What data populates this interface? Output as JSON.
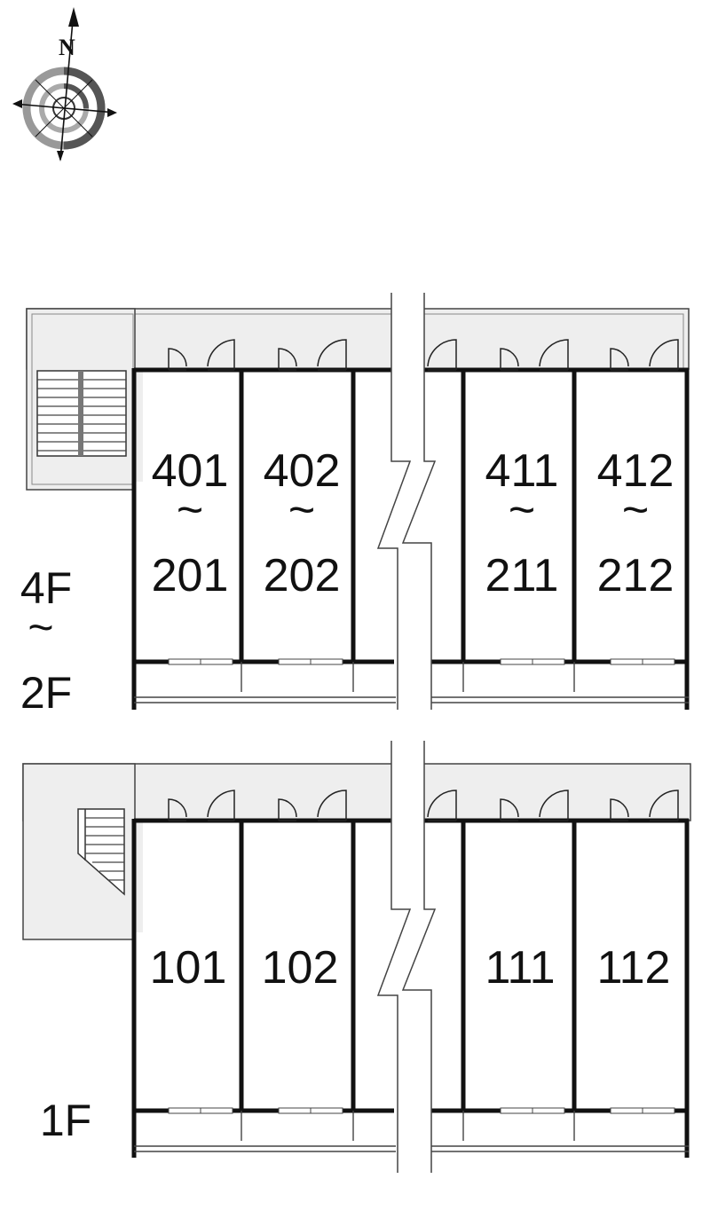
{
  "compass": {
    "north_label": "N",
    "icon": "compass-rose-icon"
  },
  "upper_block": {
    "floor_label_top": "4F",
    "floor_label_bottom": "2F",
    "range_mark": "~",
    "units": [
      {
        "top": "401",
        "bottom": "201"
      },
      {
        "top": "402",
        "bottom": "202"
      },
      {
        "top": "411",
        "bottom": "211"
      },
      {
        "top": "412",
        "bottom": "212"
      }
    ]
  },
  "lower_block": {
    "floor_label": "1F",
    "units": [
      "101",
      "102",
      "111",
      "112"
    ]
  },
  "colors": {
    "wall": "#111111",
    "corridor": "#eeeeee",
    "outline": "#444444"
  }
}
